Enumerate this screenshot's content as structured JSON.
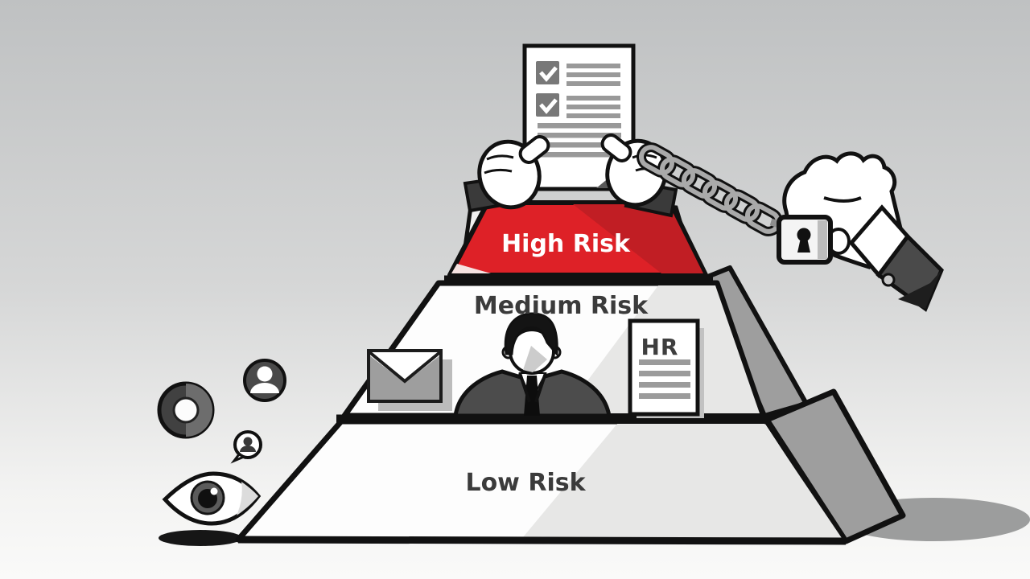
{
  "illustration": {
    "description": "Three-level 3D risk pyramid: chained hands holding a compliance checklist above the red High Risk tier, a hand holding a padlock on a chain, envelope, employee and HR document icons on the Medium Risk tier, and donut, user-avatar and eye icons beside the Low Risk tier",
    "levels": {
      "high": {
        "label": "High Risk",
        "fill": "#de2127",
        "text_color": "#ffffff"
      },
      "medium": {
        "label": "Medium Risk",
        "fill": "#fdfdfd",
        "text_color": "#3b3b3b"
      },
      "low": {
        "label": "Low Risk",
        "fill": "#fdfdfd",
        "text_color": "#3b3b3b"
      }
    },
    "hr_document": {
      "label": "HR"
    },
    "colors": {
      "accent_red": "#de2127",
      "accent_red_dark": "#c11e24",
      "side_face_gray": "#9e9e9e",
      "outline_black": "#111111",
      "background_top": "#bfc1c2",
      "background_bottom": "#fafaf9"
    },
    "icons": [
      "checklist-document-icon",
      "left-shackled-hand-icon",
      "right-shackled-hand-icon",
      "chain-icon",
      "padlock-icon",
      "hand-holding-padlock-icon",
      "envelope-icon",
      "employee-icon",
      "hr-document-icon",
      "donut-icon",
      "user-avatar-icon",
      "user-bubble-icon",
      "eye-icon"
    ]
  }
}
